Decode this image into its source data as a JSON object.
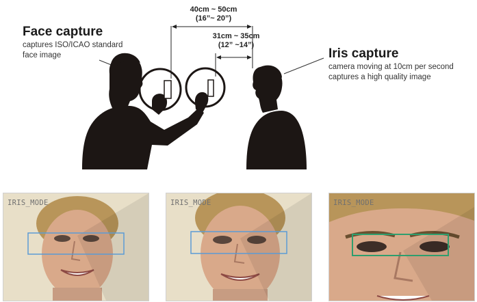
{
  "face_capture": {
    "title": "Face capture",
    "description_line1": "captures ISO/ICAO standard",
    "description_line2": "face image"
  },
  "iris_capture": {
    "title": "Iris capture",
    "description_line1": "camera moving at 10cm per second",
    "description_line2": "captures a high quality image"
  },
  "distance_outer": {
    "metric": "40cm ~ 50cm",
    "imperial": "(16”~ 20”)"
  },
  "distance_inner": {
    "metric": "31cm ~ 35cm",
    "imperial": "(12” ~14”)"
  },
  "panels": [
    {
      "mode": "IRIS_MODE",
      "box_color": "#5b9bd5"
    },
    {
      "mode": "IRIS_MODE",
      "box_color": "#5b9bd5"
    },
    {
      "mode": "IRIS_MODE",
      "box_color": "#2e9e6e"
    }
  ],
  "colors": {
    "silhouette": "#1c1614",
    "background": "#ffffff"
  }
}
